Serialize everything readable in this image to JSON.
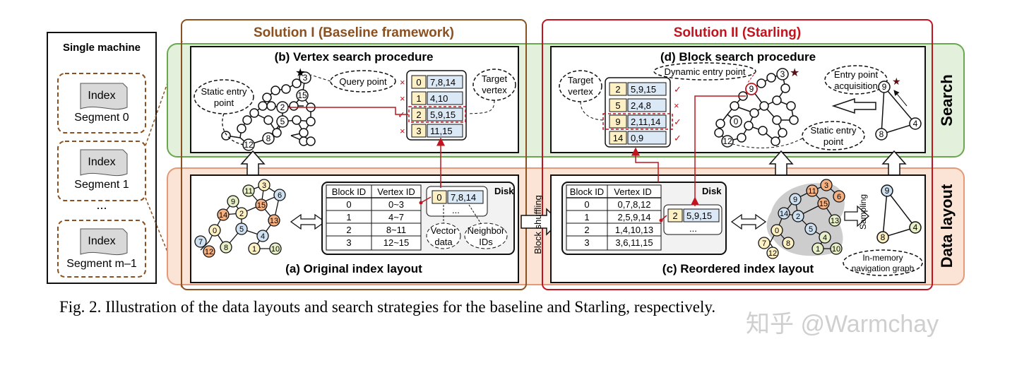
{
  "single_machine": {
    "title": "Single machine",
    "segments": [
      {
        "l1": "Index",
        "l2": "Segment 0"
      },
      {
        "l1": "Index",
        "l2": "Segment 1"
      },
      {
        "l1": "Index",
        "l2": "Segment m–1"
      }
    ],
    "ellipsis": "..."
  },
  "solution1": {
    "title": "Solution I (Baseline framework)"
  },
  "solution2": {
    "title": "Solution II (Starling)"
  },
  "bands": {
    "search": "Search",
    "layout": "Data layout"
  },
  "panel_b": {
    "title": "(b) Vertex search procedure",
    "static_entry": [
      "Static entry",
      "point"
    ],
    "query_point": "Query point",
    "target_vertex": [
      "Target",
      "vertex"
    ],
    "rows": [
      {
        "id": "0",
        "nbrs": "7,8,14",
        "mark": "×"
      },
      {
        "id": "1",
        "nbrs": "4,10",
        "mark": "×"
      },
      {
        "id": "2",
        "nbrs": "5,9,15",
        "mark": "✓"
      },
      {
        "id": "3",
        "nbrs": "11,15",
        "mark": "×"
      }
    ],
    "nodes": [
      "3",
      "15",
      "2",
      "5",
      "8",
      "12"
    ]
  },
  "panel_d": {
    "title": "(d) Block search procedure",
    "dynamic_entry": "Dynamic entry point",
    "target_vertex": [
      "Target",
      "vertex"
    ],
    "entry_acq": [
      "Entry point",
      "acquisition"
    ],
    "static_entry": [
      "Static entry",
      "point"
    ],
    "rows": [
      {
        "id": "2",
        "nbrs": "5,9,15",
        "mark": "✓"
      },
      {
        "id": "5",
        "nbrs": "2,4,8",
        "mark": "×"
      },
      {
        "id": "9",
        "nbrs": "2,11,14",
        "mark": "✓"
      },
      {
        "id": "14",
        "nbrs": "0,9",
        "mark": "✓"
      }
    ],
    "nodes": [
      "3",
      "9",
      "0",
      "12"
    ],
    "nav_nodes": [
      "9",
      "4",
      "8"
    ]
  },
  "panel_a": {
    "title": "(a) Original index layout",
    "table_headers": [
      "Block ID",
      "Vertex ID"
    ],
    "table_rows": [
      [
        "0",
        "0~3"
      ],
      [
        "1",
        "4~7"
      ],
      [
        "2",
        "8~11"
      ],
      [
        "3",
        "12~15"
      ]
    ],
    "disk": "Disk",
    "disk_id": "0",
    "disk_nbrs": "7,8,14",
    "disk_more": "...",
    "vector_data": [
      "Vector",
      "data"
    ],
    "neighbor_ids": [
      "Neighbor",
      "IDs"
    ],
    "graph_nodes": [
      "11",
      "3",
      "6",
      "9",
      "15",
      "14",
      "2",
      "13",
      "5",
      "4",
      "0",
      "7",
      "8",
      "12",
      "1",
      "10"
    ]
  },
  "panel_c": {
    "title": "(c) Reordered index layout",
    "table_headers": [
      "Block ID",
      "Vertex ID"
    ],
    "table_rows": [
      [
        "0",
        "0,7,8,12"
      ],
      [
        "1",
        "2,5,9,14"
      ],
      [
        "2",
        "1,4,10,13"
      ],
      [
        "3",
        "3,6,11,15"
      ]
    ],
    "disk": "Disk",
    "disk_id": "2",
    "disk_nbrs": "5,9,15",
    "disk_more": "...",
    "sampling": "Sampling",
    "nav_graph": [
      "In-memory",
      "navigation graph"
    ],
    "graph_nodes": [
      "9",
      "11",
      "3",
      "6",
      "14",
      "2",
      "15",
      "5",
      "13",
      "0",
      "4",
      "7",
      "8",
      "12",
      "1",
      "10"
    ],
    "nav_nodes": [
      "9",
      "8",
      "4"
    ]
  },
  "block_shuffling": "Block shuffling",
  "caption": "Fig. 2.  Illustration of the data layouts and search strategies for the baseline and Starling, respectively.",
  "watermark": "知乎 @Warmchay",
  "colors": {
    "solution1": "#8a5020",
    "solution2": "#c0151e",
    "search_band": "#e3f0dc",
    "layout_band": "#fbe3d6",
    "yellow_cell": "#fdf0c4",
    "blue_cell": "#dbe8f5"
  }
}
